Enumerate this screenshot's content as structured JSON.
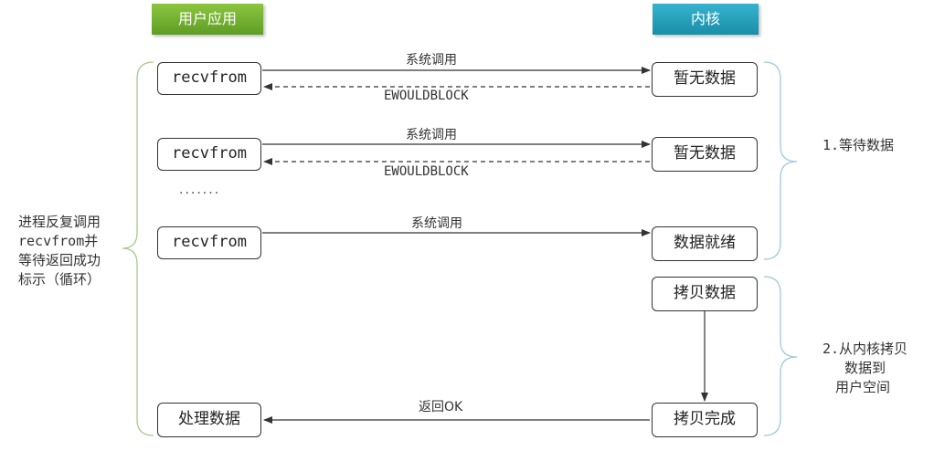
{
  "headers": {
    "user_app": "用户应用",
    "kernel": "内核"
  },
  "rows": [
    {
      "left": "recvfrom",
      "right": "暂无数据",
      "call": "系统调用",
      "reply": "EWOULDBLOCK"
    },
    {
      "left": "recvfrom",
      "right": "暂无数据",
      "call": "系统调用",
      "reply": "EWOULDBLOCK"
    },
    {
      "left": "recvfrom",
      "right": "数据就绪",
      "call": "系统调用"
    }
  ],
  "ellipsis": ".......",
  "copy": {
    "start": "拷贝数据",
    "done": "拷贝完成",
    "process": "处理数据",
    "return": "返回OK"
  },
  "left_note": [
    "进程反复调用",
    "recvfrom并",
    "等待返回成功",
    "标示（循环）"
  ],
  "phase1": "1.等待数据",
  "phase2": [
    "2.从内核拷贝",
    "数据到",
    "用户空间"
  ],
  "colors": {
    "user_header": "#6aa92e",
    "kernel_header": "#2aa3bf",
    "bracket": "#9fc9da",
    "left_bracket": "#a8c98a"
  }
}
